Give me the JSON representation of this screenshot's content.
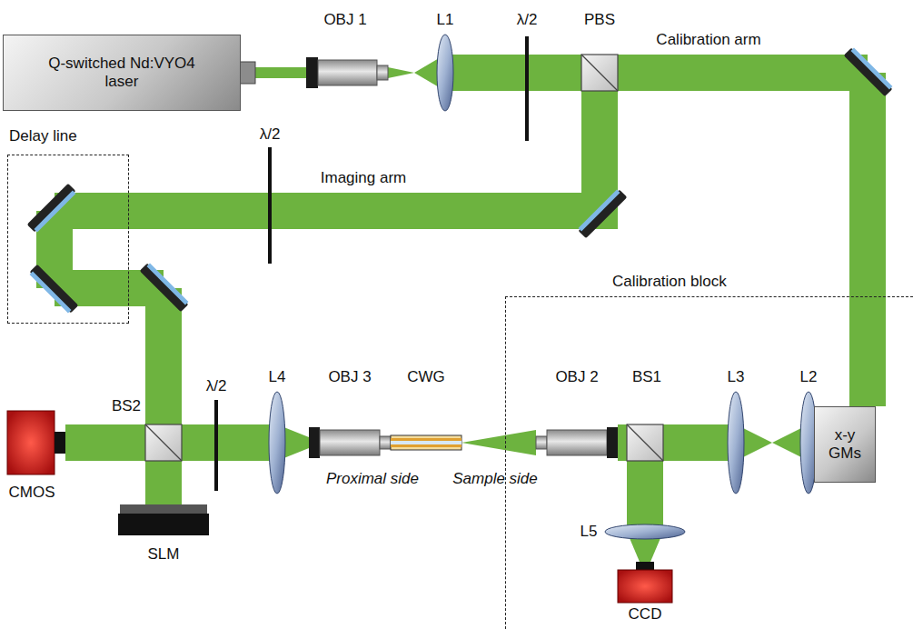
{
  "diagram": {
    "nodes": [
      {
        "text": [
          "Q-switched Nd:VYO4 laser"
        ]
      },
      {
        "text": [
          "Delay line"
        ]
      },
      {
        "text": [
          "Calibration block"
        ]
      },
      {
        "text": [
          "x-y GMs"
        ],
        "in": 2
      }
    ],
    "labels": [
      "OBJ 1",
      "L1",
      "λ/2",
      "PBS",
      "Calibration arm",
      "λ/2",
      "Imaging arm",
      "BS2",
      "λ/2",
      "L4",
      "OBJ 3",
      "CWG",
      "OBJ 2",
      "BS1",
      "L3",
      "L2",
      "Proximal side",
      "Sample side",
      "CMOS",
      "SLM",
      "L5",
      "CCD"
    ]
  }
}
